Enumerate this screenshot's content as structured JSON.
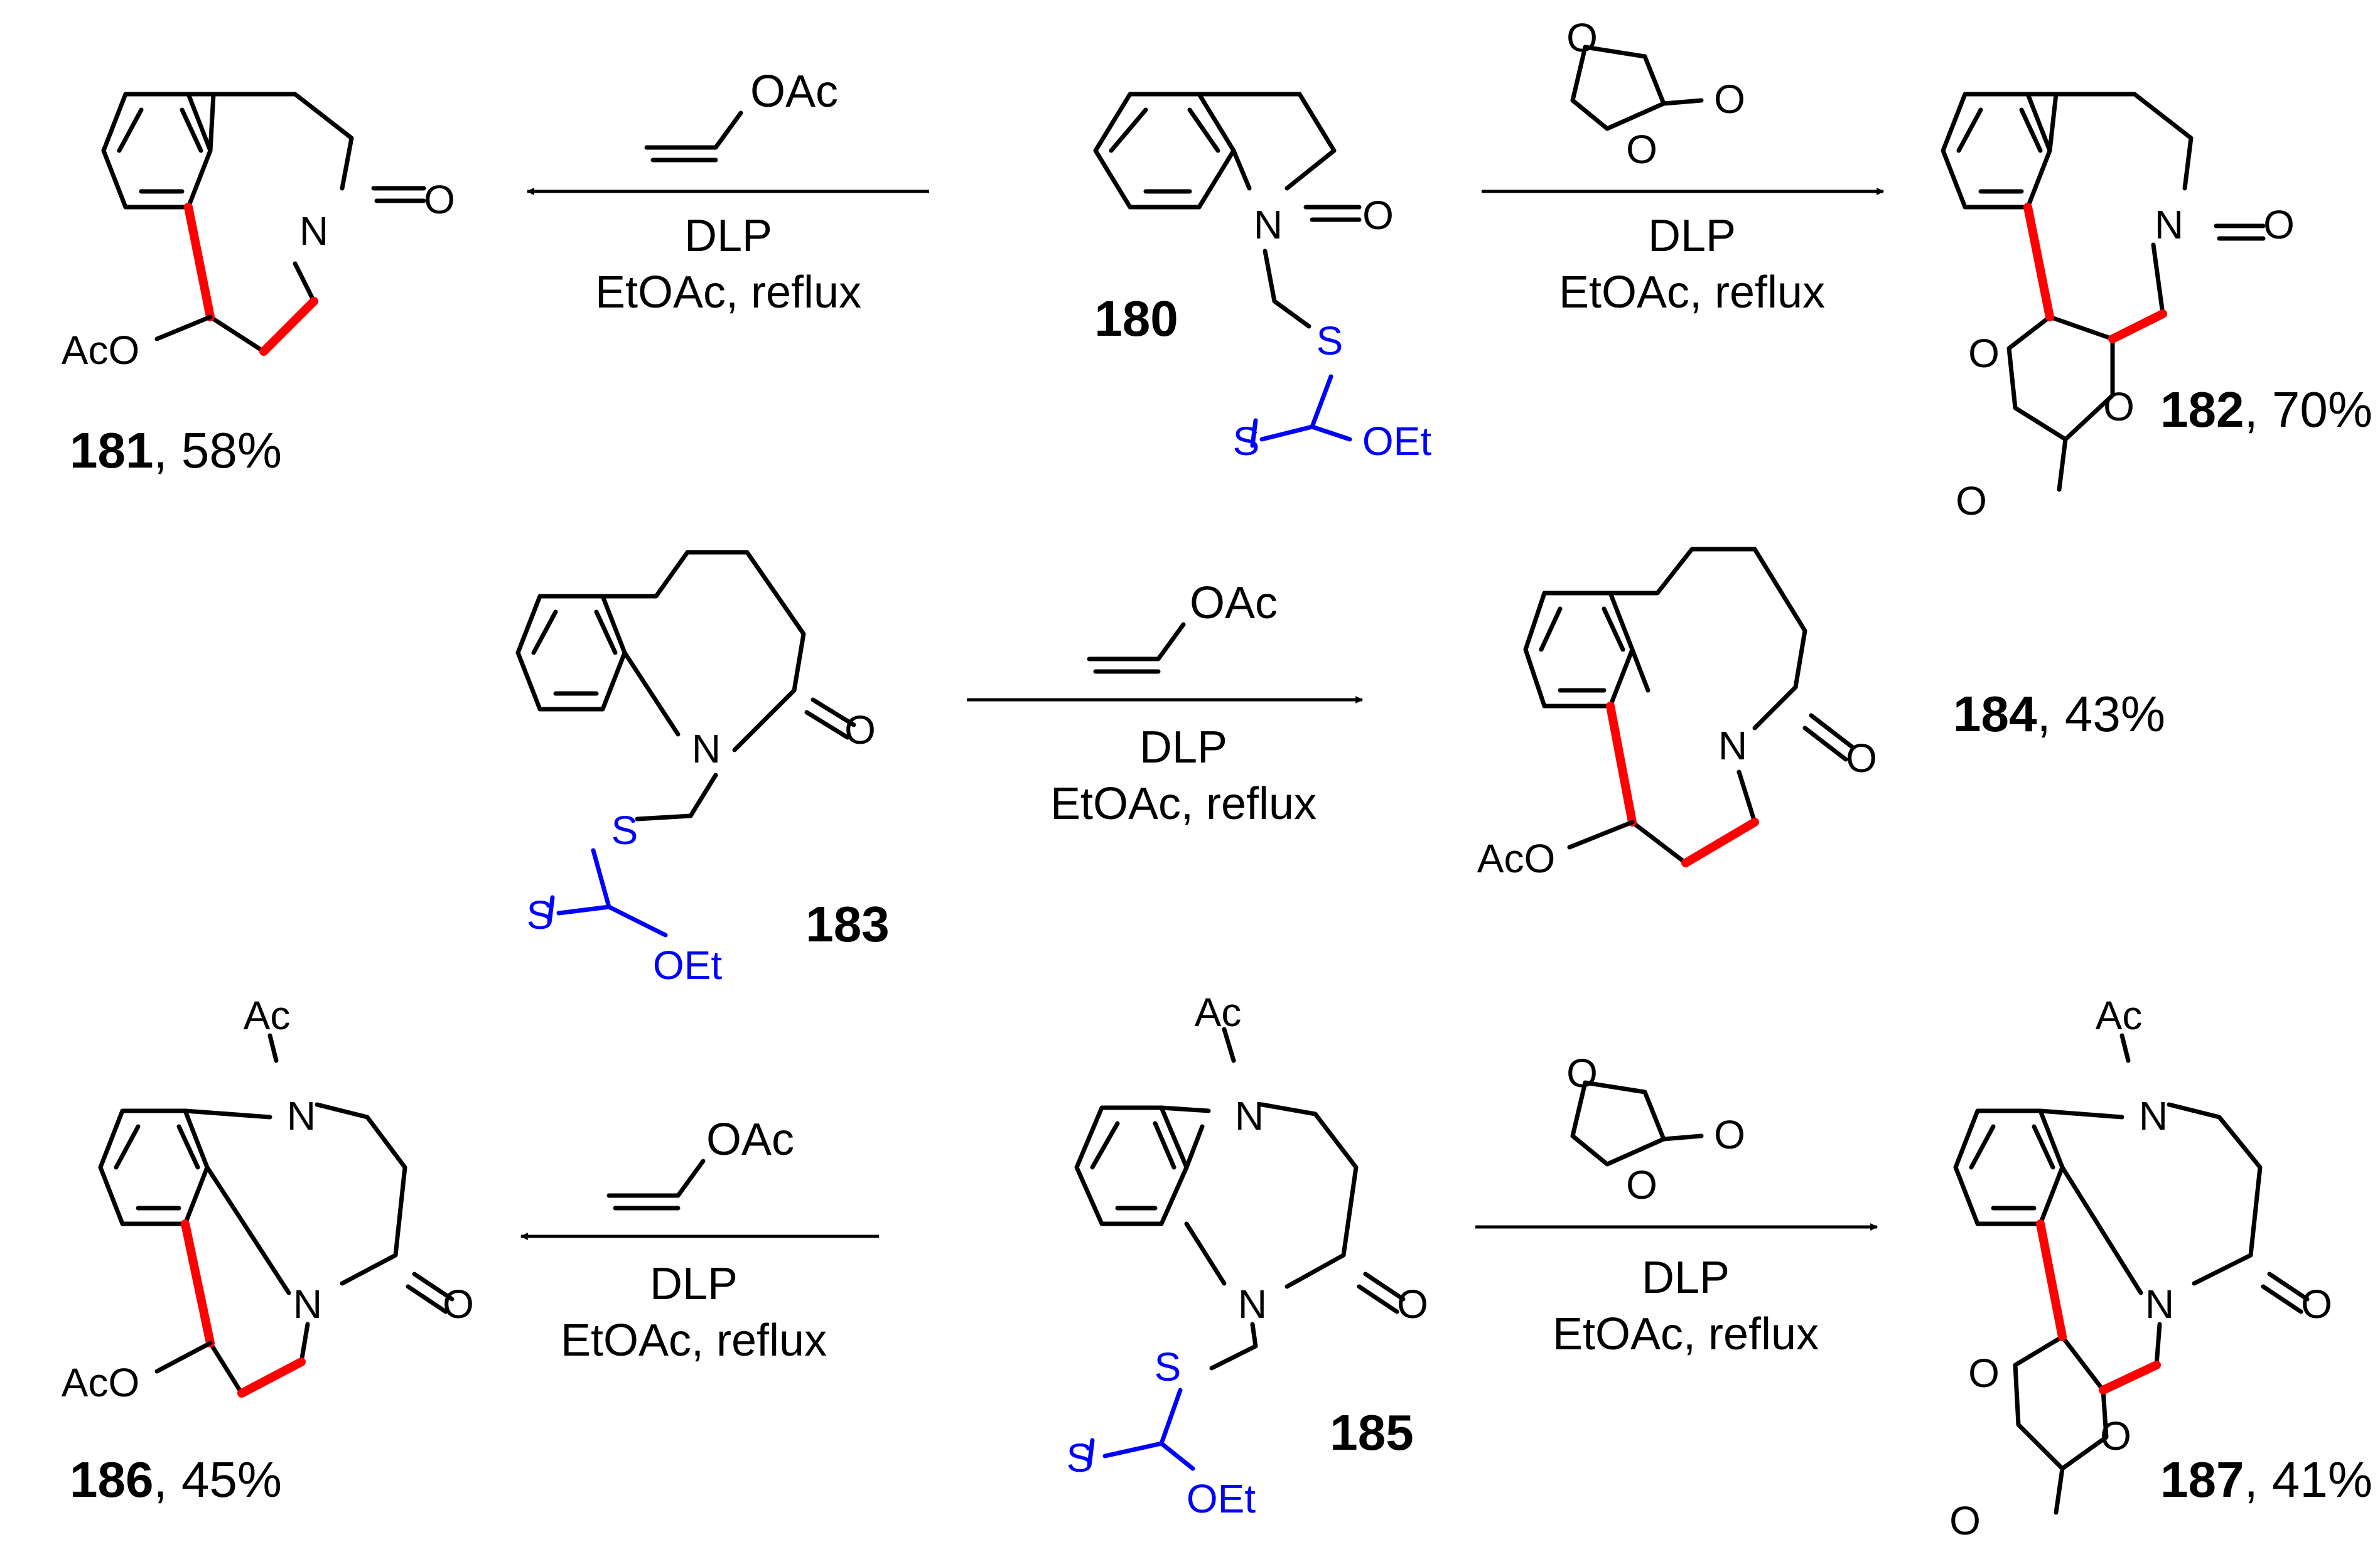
{
  "reagents": {
    "vinyl_acetate": "OAc",
    "vinylene_carbonate_o": "O",
    "dlp": "DLP",
    "solvent": "EtOAc, reflux"
  },
  "atoms": {
    "n": "N",
    "o": "O",
    "s": "S",
    "oac": "OAc",
    "aco": "AcO",
    "ac": "Ac",
    "oet": "OEt"
  },
  "compounds": {
    "c180": {
      "number": "180",
      "yield": ""
    },
    "c181": {
      "number": "181",
      "yield": ", 58%"
    },
    "c182": {
      "number": "182",
      "yield": ", 70%"
    },
    "c183": {
      "number": "183",
      "yield": ""
    },
    "c184": {
      "number": "184",
      "yield": ", 43%"
    },
    "c185": {
      "number": "185",
      "yield": ""
    },
    "c186": {
      "number": "186",
      "yield": ", 45%"
    },
    "c187": {
      "number": "187",
      "yield": ", 41%"
    }
  },
  "colors": {
    "new_bond": "#ff0000",
    "xanthate": "#0000ff",
    "structure": "#000000"
  }
}
